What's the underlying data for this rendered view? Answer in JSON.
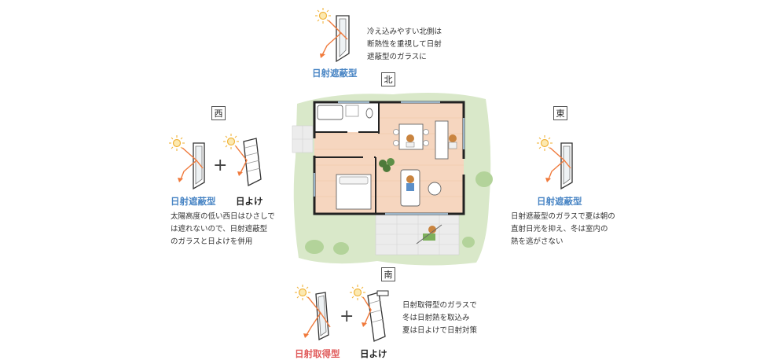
{
  "directions": {
    "north": "北",
    "south": "南",
    "east": "東",
    "west": "西"
  },
  "north": {
    "label": "日射遮蔽型",
    "desc": [
      "冷え込みやすい北側は",
      "断熱性を重視して日射",
      "遮蔽型のガラスに"
    ]
  },
  "west": {
    "label": "日射遮蔽型",
    "shade_label": "日よけ",
    "desc": [
      "太陽高度の低い西日はひさしで",
      "は遮れないので、日射遮蔽型",
      "のガラスと日よけを併用"
    ]
  },
  "east": {
    "label": "日射遮蔽型",
    "desc": [
      "日射遮蔽型のガラスで夏は朝の",
      "直射日光を抑え、冬は室内の",
      "熱を逃がさない"
    ]
  },
  "south": {
    "label": "日射取得型",
    "shade_label": "日よけ",
    "desc": [
      "日射取得型のガラスで",
      "冬は日射熱を取込み",
      "夏は日よけで日射対策"
    ]
  },
  "colors": {
    "shielding": "#4a86c5",
    "gaining": "#e05a5a",
    "sun": "#f0b43c",
    "ray": "#f07a3c",
    "floor": "#f6d6bf",
    "lawn": "#d9e8c9",
    "green": "#b3d39a"
  }
}
